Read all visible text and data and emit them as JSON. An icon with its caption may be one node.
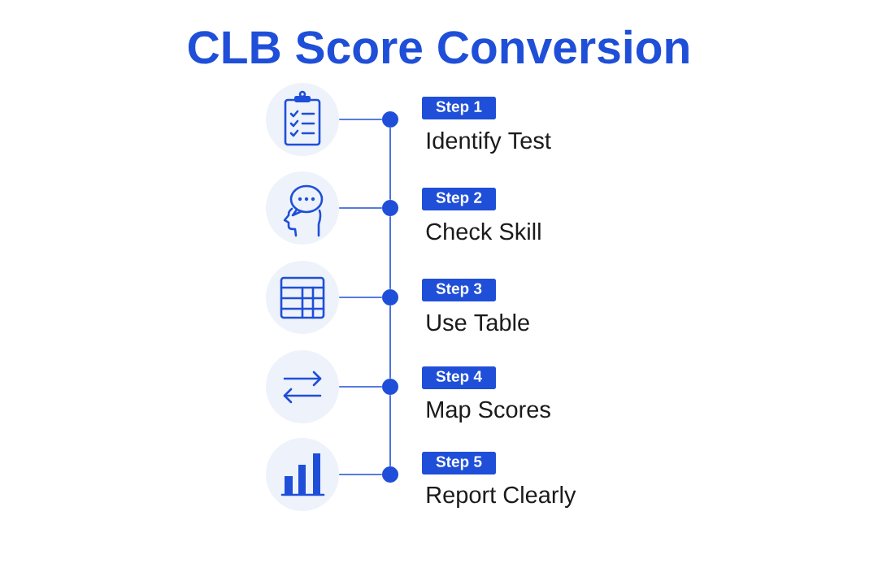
{
  "diagram": {
    "title": "CLB Score Conversion",
    "nodes": [
      {
        "text": [],
        "shape": "circle"
      },
      {
        "text": [],
        "shape": "circle"
      },
      {
        "text": [
          "Step 1"
        ],
        "beside": [
          "Identify Test"
        ]
      },
      {
        "text": [],
        "shape": "circle"
      },
      {
        "text": [],
        "shape": "circle"
      },
      {
        "text": [
          "Step 2"
        ],
        "beside": [
          "Check Skill"
        ]
      },
      {
        "text": [],
        "shape": "circle"
      },
      {
        "text": [],
        "shape": "circle"
      },
      {
        "text": [
          "Step 3"
        ],
        "beside": [
          "Use Table"
        ]
      },
      {
        "text": [],
        "shape": "circle"
      },
      {
        "text": [],
        "shape": "circle"
      },
      {
        "text": [
          "Step 4"
        ],
        "beside": [
          "Map Scores"
        ]
      },
      {
        "text": [],
        "shape": "circle"
      },
      {
        "text": [],
        "shape": "circle"
      },
      {
        "text": [
          "Step 5"
        ],
        "beside": [
          "Report Clearly"
        ]
      }
    ],
    "edges": [
      {
        "from": 0,
        "to": 1,
        "arrow": "none"
      },
      {
        "from": 1,
        "to": 4,
        "arrow": "none"
      },
      {
        "from": 3,
        "to": 4,
        "arrow": "none"
      },
      {
        "from": 4,
        "to": 7,
        "arrow": "none"
      },
      {
        "from": 6,
        "to": 7,
        "arrow": "none"
      },
      {
        "from": 7,
        "to": 10,
        "arrow": "none"
      },
      {
        "from": 9,
        "to": 10,
        "arrow": "none"
      },
      {
        "from": 10,
        "to": 13,
        "arrow": "none"
      },
      {
        "from": 12,
        "to": 13,
        "arrow": "none"
      }
    ]
  }
}
